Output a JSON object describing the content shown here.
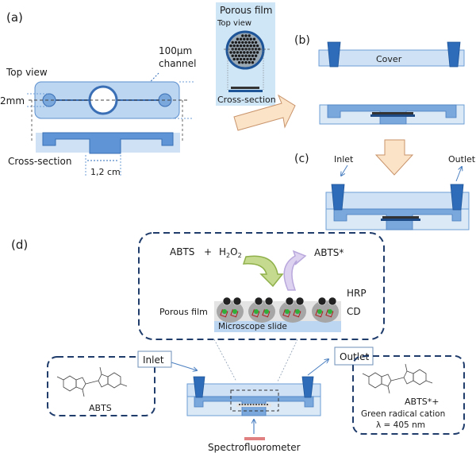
{
  "panels": {
    "a": {
      "label": "(a)",
      "top_view": "Top view",
      "channel_width": "100μm",
      "channel_word": "channel",
      "dimension_2mm": "2mm",
      "cross_section": "Cross-section",
      "dimension_cm": "1,2 cm"
    },
    "porous_film": {
      "title": "Porous film",
      "top_view": "Top view",
      "cross_section": "Cross-section"
    },
    "b": {
      "label": "(b)",
      "cover": "Cover"
    },
    "c": {
      "label": "(c)",
      "inlet": "Inlet",
      "outlet": "Outlet"
    },
    "d": {
      "label": "(d)",
      "reaction": {
        "abts": "ABTS",
        "plus": "+",
        "h2o2_h": "H",
        "h2o2_2a": "2",
        "h2o2_o": "O",
        "h2o2_2b": "2",
        "product": "ABTS*",
        "hrp": "HRP",
        "cd": "CD",
        "porous_film": "Porous film",
        "slide": "Microscope slide"
      },
      "inlet": "Inlet",
      "outlet": "Outlet",
      "abts_molecule_label": "ABTS",
      "cation_label": "ABTS*+",
      "cation_desc": "Green radical cation",
      "wavelength": "λ = 405 nm",
      "detector": "Spectrofluorometer"
    }
  },
  "colors": {
    "light_blue": "#cfe2f5",
    "mid_blue": "#7aa7dc",
    "dark_blue": "#2e6bb8",
    "navy": "#1f3c6b",
    "arrow_fill": "#fbe3c8",
    "arrow_stroke": "#c8936a",
    "green_arrow": "#8fb04a",
    "purple_arrow": "#b9a8dc",
    "detector_red": "#e08080"
  }
}
